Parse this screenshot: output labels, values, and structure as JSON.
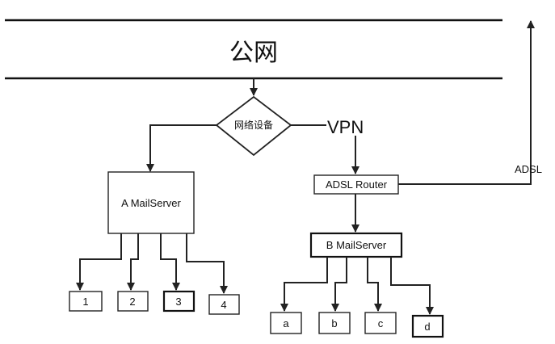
{
  "public_network": {
    "label": "公网"
  },
  "network_device": {
    "label": "网络设备"
  },
  "vpn": {
    "label": "VPN"
  },
  "adsl_router": {
    "label": "ADSL Router"
  },
  "adsl_link": {
    "label": "ADSL"
  },
  "server_a": {
    "label": "A MailServer",
    "clients": [
      "1",
      "2",
      "3",
      "4"
    ]
  },
  "server_b": {
    "label": "B MailServer",
    "clients": [
      "a",
      "b",
      "c",
      "d"
    ]
  }
}
